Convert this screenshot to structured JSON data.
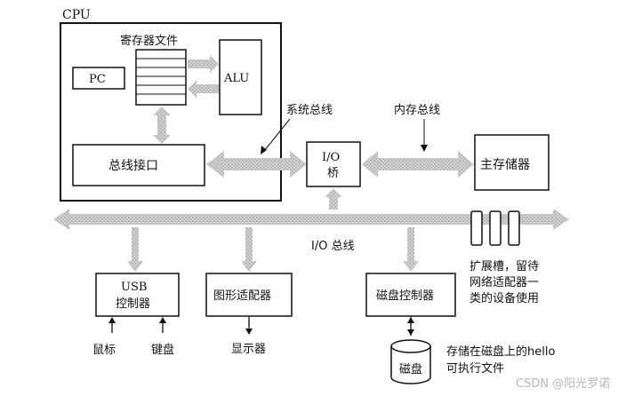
{
  "cpu": {
    "title": "CPU",
    "register_file_label": "寄存器文件",
    "pc_label": "PC",
    "alu_label": "ALU",
    "bus_interface_label": "总线接口"
  },
  "labels": {
    "system_bus": "系统总线",
    "memory_bus": "内存总线",
    "io_bridge_line1": "I/O",
    "io_bridge_line2": "桥",
    "main_memory": "主存储器",
    "io_bus": "I/O 总线",
    "expansion_slots": [
      "扩展槽，留待",
      "网络适配器一",
      "类的设备使用"
    ]
  },
  "controllers": {
    "usb_line1": "USB",
    "usb_line2": "控制器",
    "graphics": "图形适配器",
    "disk": "磁盘控制器"
  },
  "devices": {
    "mouse": "鼠标",
    "keyboard": "键盘",
    "display": "显示器",
    "disk": "磁盘",
    "disk_note": [
      "存储在磁盘上的hello",
      "可执行文件"
    ]
  },
  "watermark": "CSDN @阳光罗诺"
}
